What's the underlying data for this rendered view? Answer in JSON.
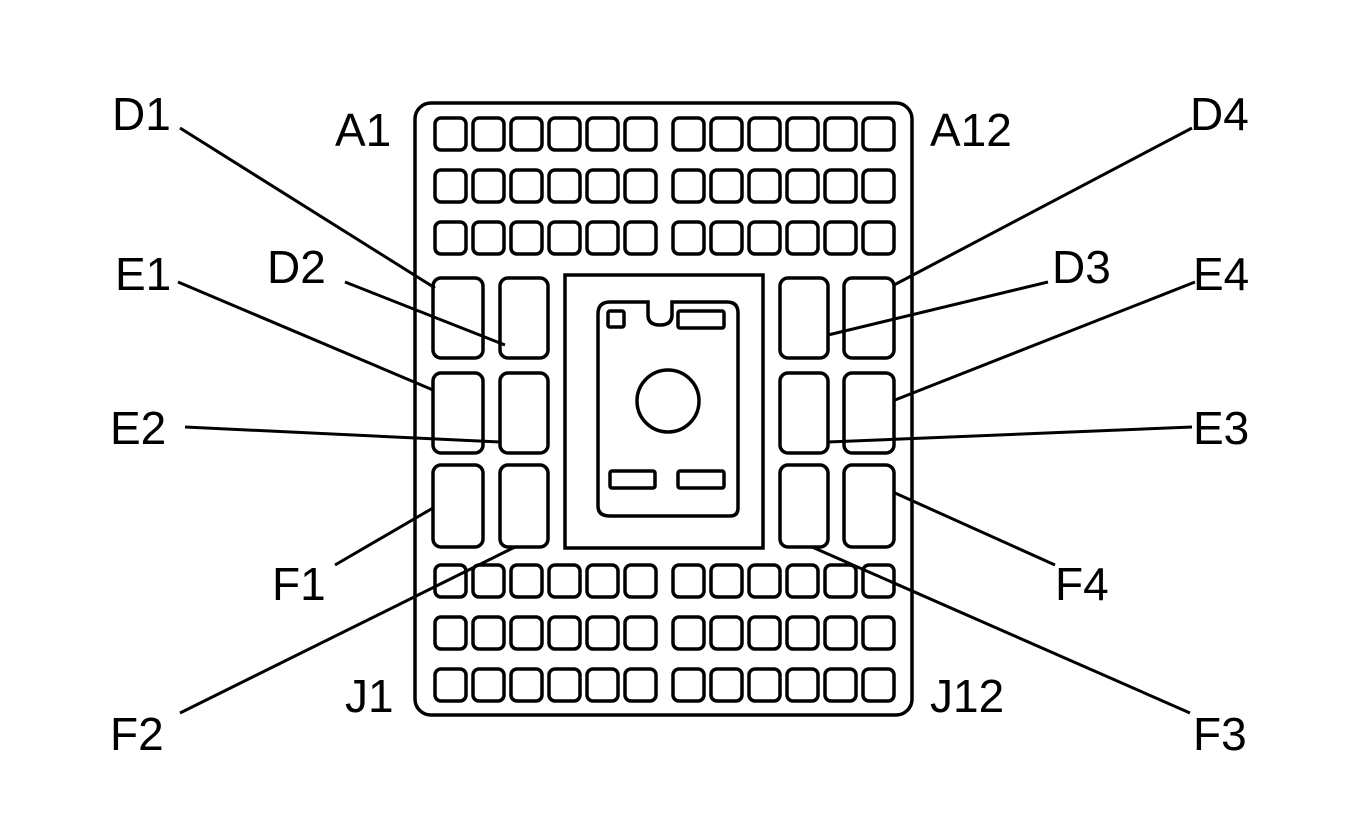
{
  "labels": {
    "A1": "A1",
    "A12": "A12",
    "J1": "J1",
    "J12": "J12",
    "D1": "D1",
    "D2": "D2",
    "D3": "D3",
    "D4": "D4",
    "E1": "E1",
    "E2": "E2",
    "E3": "E3",
    "E4": "E4",
    "F1": "F1",
    "F2": "F2",
    "F3": "F3",
    "F4": "F4"
  },
  "colors": {
    "line": "#000000",
    "background": "#ffffff"
  },
  "small_cavity_rows": 6,
  "small_cavities_per_row": 12
}
